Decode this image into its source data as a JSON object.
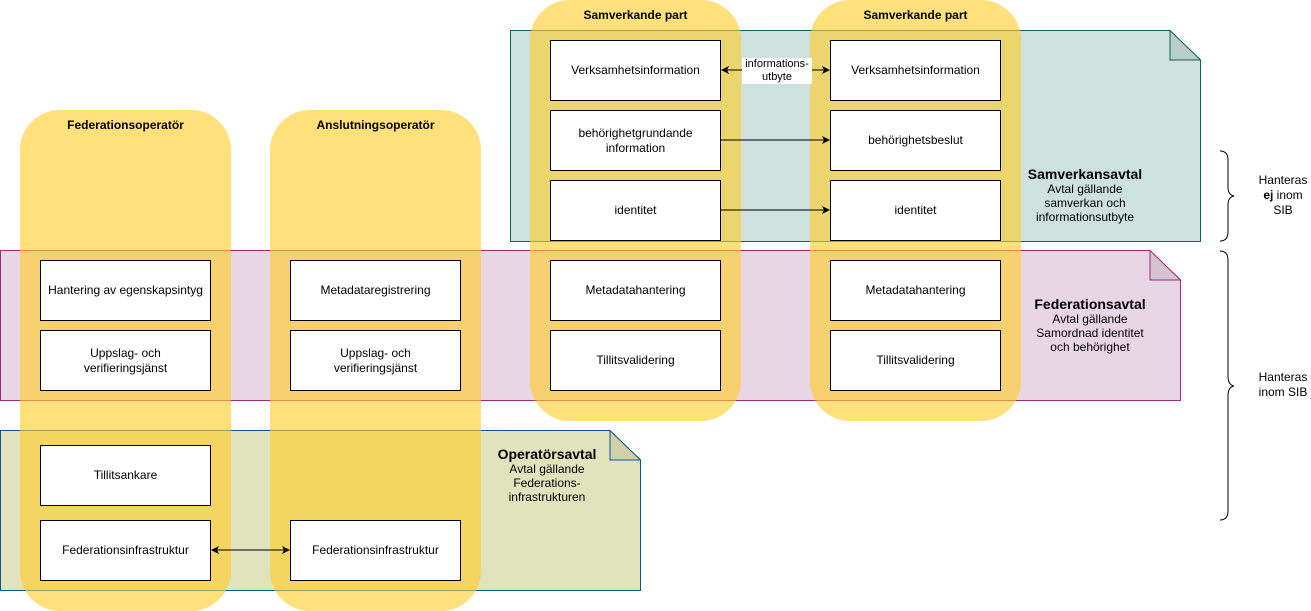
{
  "agreements": {
    "samverkan": {
      "title": "Samverkansavtal",
      "line1": "Avtal gällande",
      "line2": "samverkan och",
      "line3": "informationsutbyte",
      "fill": "#cde1de",
      "stroke": "#0e6655"
    },
    "federation": {
      "title": "Federationsavtal",
      "line1": "Avtal gällande",
      "line2": "Samordnad identitet",
      "line3": "och behörighet",
      "fill": "#e9d6e5",
      "stroke": "#9b2c7a"
    },
    "operator": {
      "title": "Operatörsavtal",
      "line1": "Avtal gällande",
      "line2": "Federations-",
      "line3": "infrastrukturen",
      "fill": "#e1e3bd",
      "stroke": "#10558f"
    }
  },
  "lanes": {
    "federationsoperator": {
      "title": "Federationsoperatör",
      "boxes": [
        "Hantering av egenskapsintyg",
        "Uppslag- och verifieringsjänst",
        "Tillitsankare",
        "Federationsinfrastruktur"
      ]
    },
    "anslutningsoperator": {
      "title": "Anslutningsoperatör",
      "boxes": [
        "Metadataregistrering",
        "Uppslag- och verifieringsjänst",
        "Federationsinfrastruktur"
      ]
    },
    "party1": {
      "title": "Samverkande part",
      "boxes": [
        "Verksamhetsinformation",
        "behörighetgrundande information",
        "identitet",
        "Metadatahantering",
        "Tillitsvalidering"
      ]
    },
    "party2": {
      "title": "Samverkande part",
      "boxes": [
        "Verksamhetsinformation",
        "behörighetsbeslut",
        "identitet",
        "Metadatahantering",
        "Tillitsvalidering"
      ]
    }
  },
  "edges": {
    "info_exchange_label": "informations-utbyte",
    "info_exchange_line1": "informations-",
    "info_exchange_line2": "utbyte"
  },
  "scope": {
    "not_in_sib_pre": "Hanteras",
    "not_in_sib_bold": "ej",
    "not_in_sib_post": "inom",
    "not_in_sib_last": "SIB",
    "in_sib_line1": "Hanteras",
    "in_sib_line2": "inom SIB"
  },
  "colors": {
    "lane_fill": "#fdd46b",
    "box_border": "#000000"
  }
}
